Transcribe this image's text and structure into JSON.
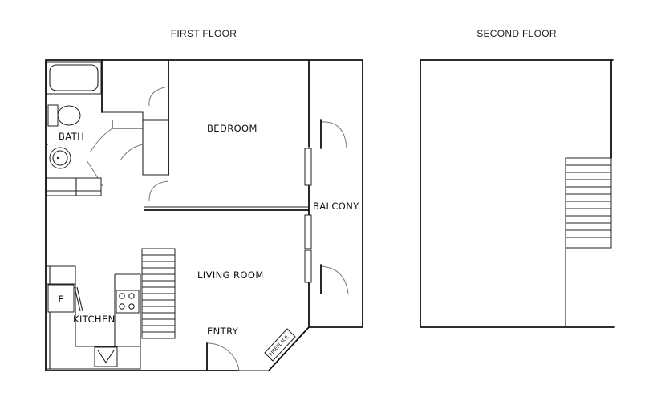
{
  "floors": [
    {
      "title": "FIRST FLOOR"
    },
    {
      "title": "SECOND FLOOR"
    }
  ],
  "rooms": {
    "bath": "BATH",
    "bedroom": "BEDROOM",
    "balcony": "BALCONY",
    "living_room": "LIVING ROOM",
    "kitchen": "KITCHEN",
    "entry": "ENTRY",
    "fireplace": "FIREPLACE",
    "fridge": "F"
  }
}
